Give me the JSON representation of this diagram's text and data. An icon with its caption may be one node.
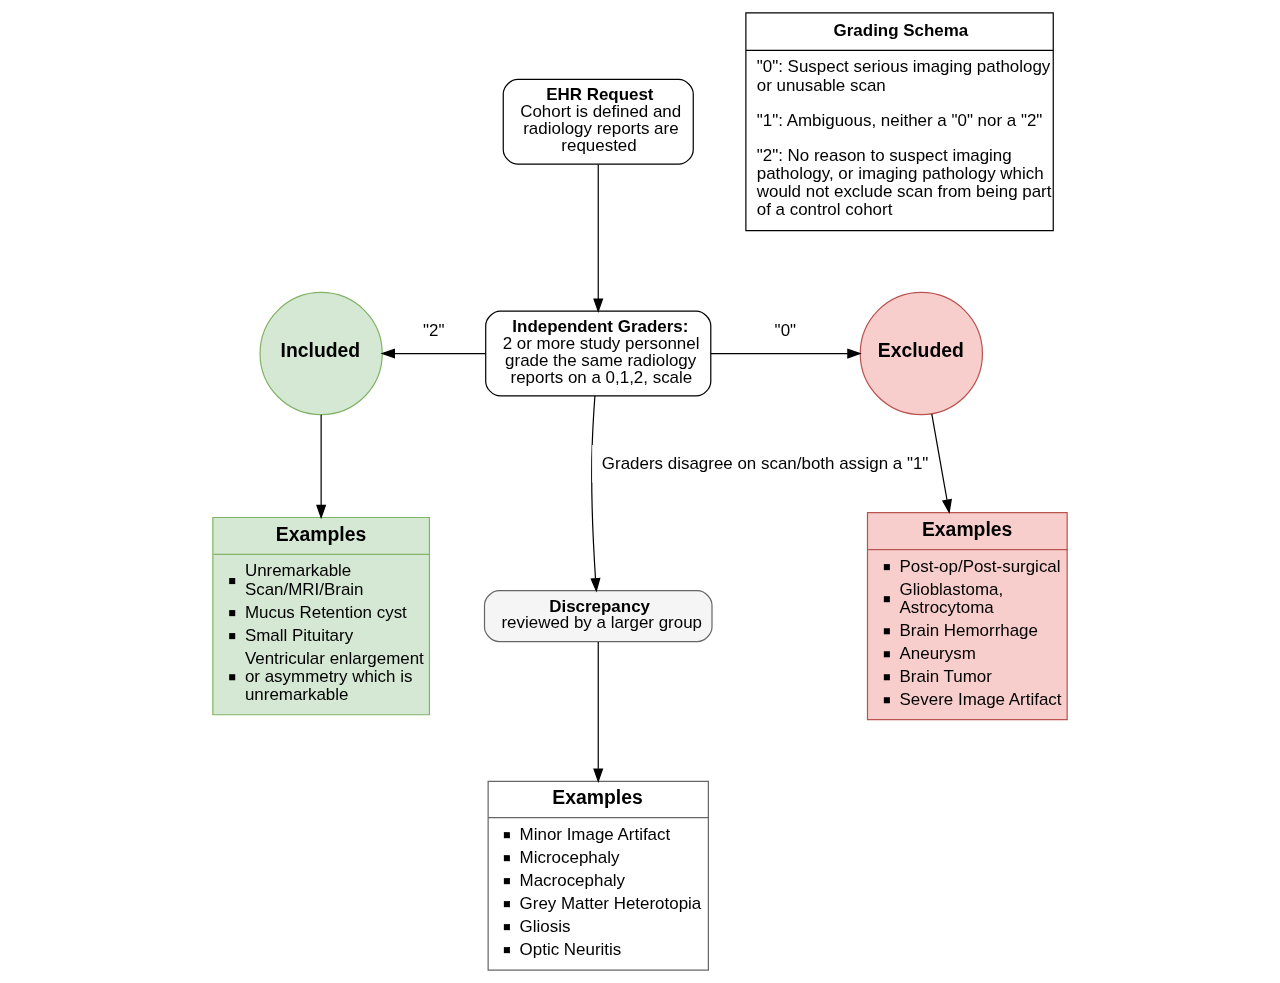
{
  "diagram": {
    "nodes": [
      {
        "text": [
          "EHR Request",
          "Cohort is defined and radiology reports are requested"
        ]
      },
      {
        "text": [
          "Independent Graders:",
          "2 or more study personnel grade the same radiology reports on a 0,1,2, scale"
        ]
      },
      {
        "text": [
          "Included"
        ]
      },
      {
        "text": [
          "Excluded"
        ]
      },
      {
        "text": [
          "Discrepancy",
          "reviewed by a larger group"
        ]
      },
      {
        "text": [
          "Examples",
          "Unremarkable Scan/MRI/Brain",
          "Mucus Retention cyst",
          "Small Pituitary",
          "Ventricular enlargement or asymmetry which is unremarkable"
        ]
      },
      {
        "text": [
          "Examples",
          "Minor Image Artifact",
          "Microcephaly",
          "Macrocephaly",
          "Grey Matter Heterotopia",
          "Gliosis",
          "Optic Neuritis"
        ]
      },
      {
        "text": [
          "Examples",
          "Post-op/Post-surgical",
          "Glioblastoma, Astrocytoma",
          "Brain Hemorrhage",
          "Aneurysm",
          "Brain Tumor",
          "Severe Image Artifact"
        ]
      },
      {
        "text": [
          "Grading Schema",
          "\"0\": Suspect serious imaging pathology or unusable scan",
          "\"1\": Ambiguous, neither a \"0\" nor a \"2\"",
          "\"2\": No reason to suspect imaging pathology, or imaging pathology which would not exclude scan from being part of a control cohort"
        ]
      }
    ],
    "edges": [
      {
        "from": 0,
        "to": 1,
        "arrow": "to"
      },
      {
        "from": 1,
        "to": 2,
        "arrow": "to",
        "label": "\"2\""
      },
      {
        "from": 1,
        "to": 3,
        "arrow": "to",
        "label": "\"0\""
      },
      {
        "from": 1,
        "to": 4,
        "arrow": "to",
        "label": "Graders disagree on scan/both assign a \"1\""
      },
      {
        "from": 2,
        "to": 5,
        "arrow": "to"
      },
      {
        "from": 4,
        "to": 6,
        "arrow": "to"
      },
      {
        "from": 3,
        "to": 7,
        "arrow": "to"
      }
    ]
  }
}
